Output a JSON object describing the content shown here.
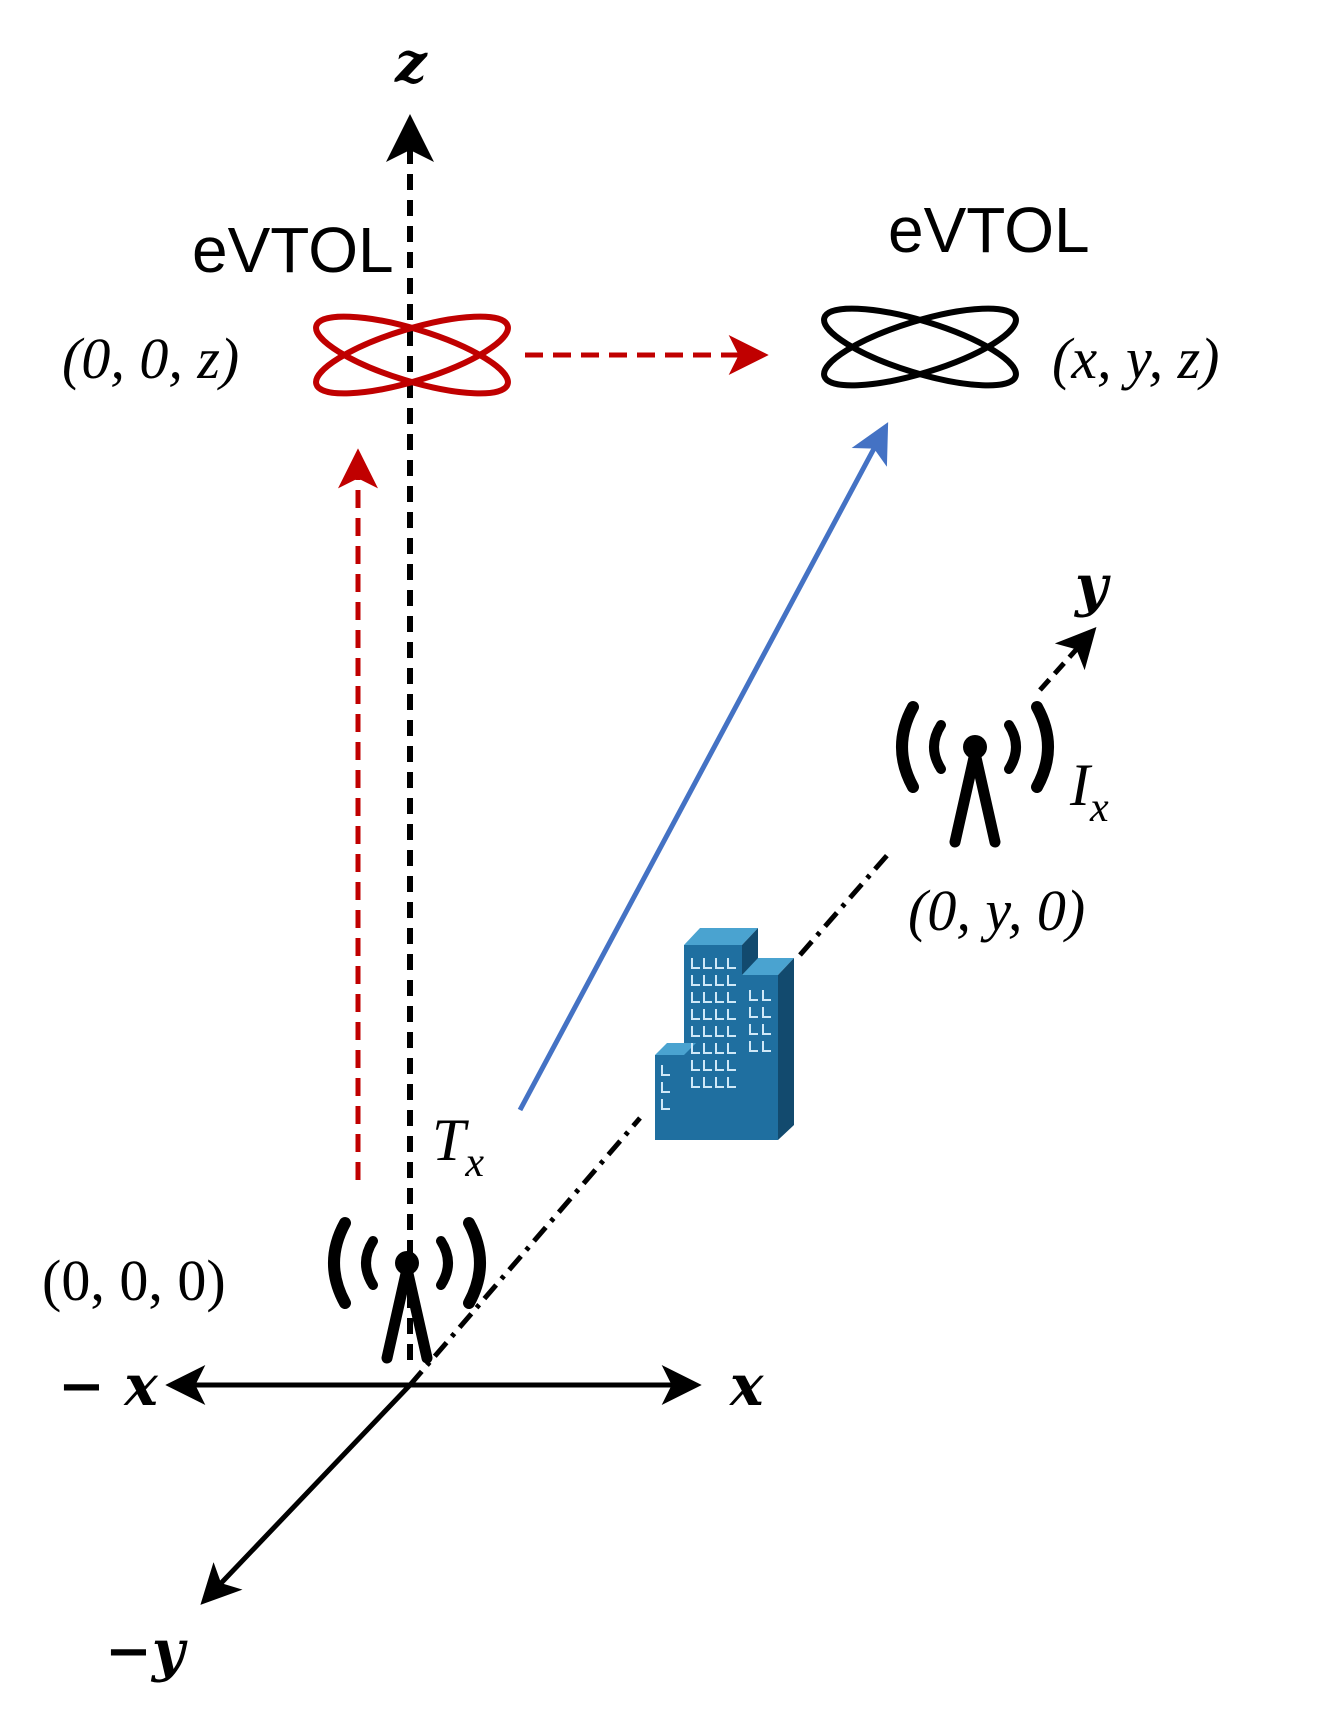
{
  "labels": {
    "z_axis": "z",
    "y_axis": "y",
    "x_axis": "x",
    "neg_x_axis": "− x",
    "neg_y_axis": "−y",
    "evtol_left": "eVTOL",
    "evtol_right": "eVTOL",
    "coord_left_evtol": "(0, 0, z)",
    "coord_right_evtol": "(x, y, z)",
    "coord_origin": "(0, 0, 0)",
    "coord_interferer": "(0, y, 0)",
    "tx_main": "T",
    "tx_sub": "x",
    "ix_main": "I",
    "ix_sub": "x"
  },
  "colors": {
    "axis": "#000000",
    "vertical_path": "#c00000",
    "horizontal_path": "#c00000",
    "direct_link": "#4472c4",
    "evtol_left": "#c00000",
    "evtol_right": "#000000",
    "building": "#1f6fa0"
  },
  "icons": {
    "evtol_left": "evtol-icon",
    "evtol_right": "evtol-icon",
    "transmitter": "antenna-tower-icon",
    "interferer": "antenna-tower-icon",
    "obstacle": "building-icon"
  }
}
